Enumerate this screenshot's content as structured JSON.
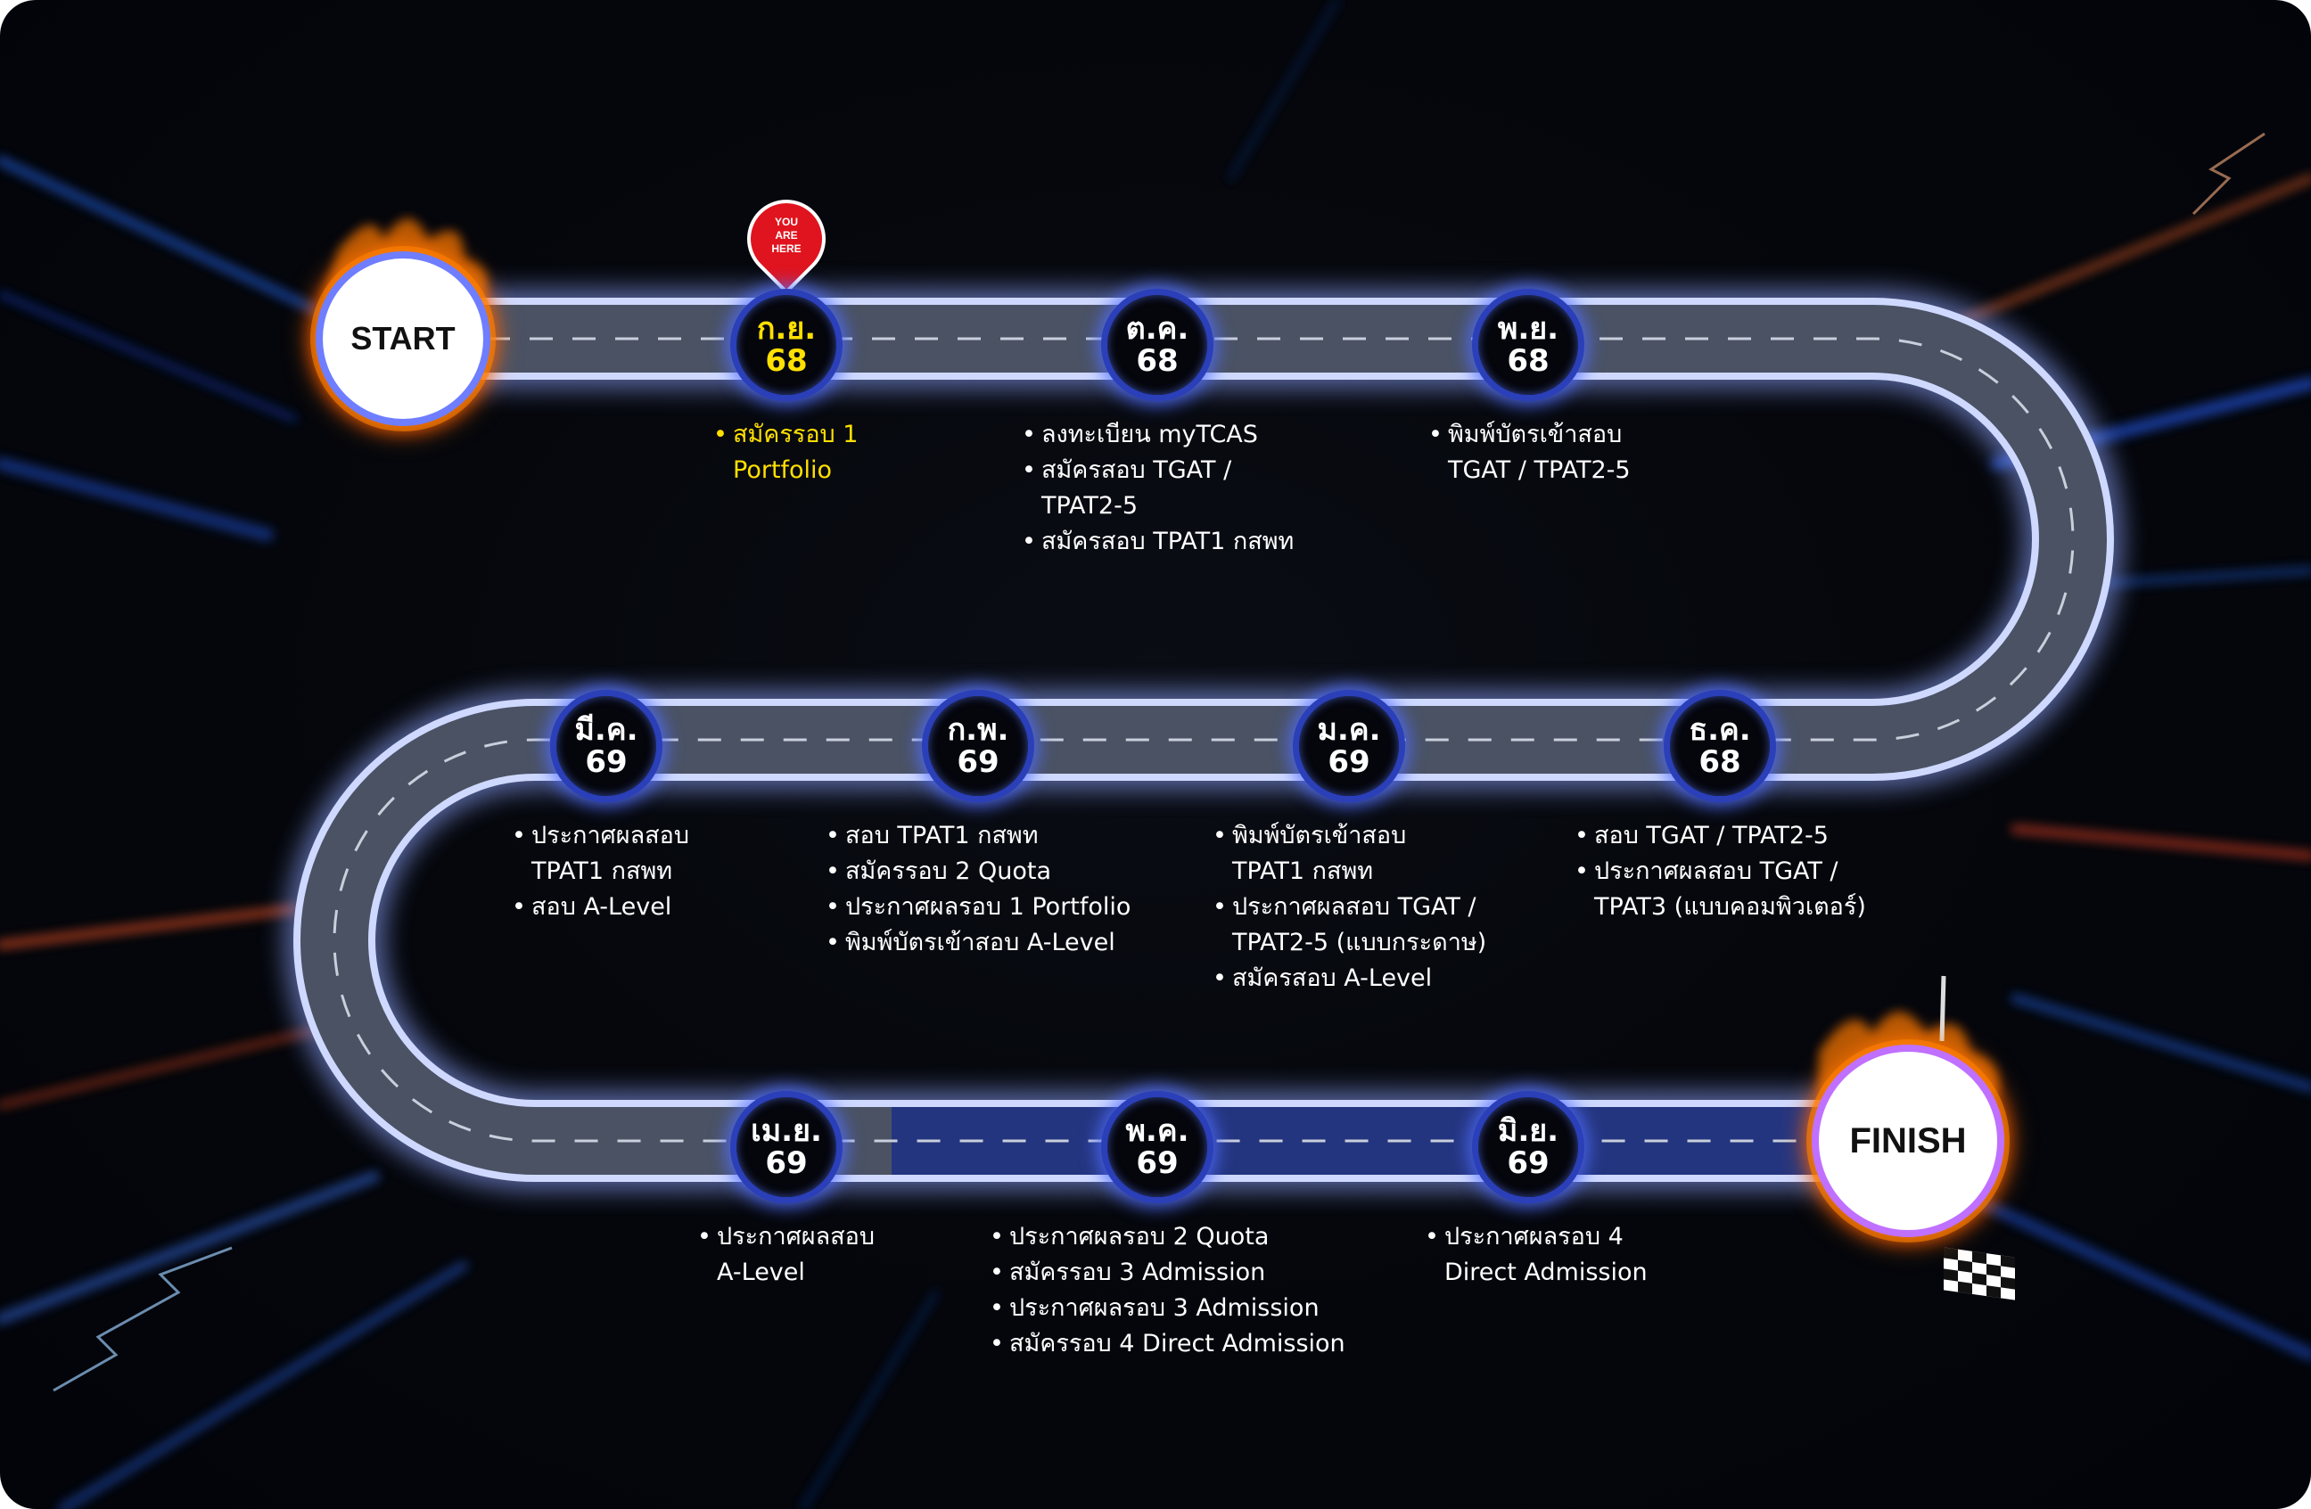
{
  "start_label": "START",
  "finish_label": "FINISH",
  "pin": {
    "line1": "YOU",
    "line2": "ARE",
    "line3": "HERE"
  },
  "milestones": [
    {
      "month": "ก.ย.",
      "year": "68",
      "notes": [
        [
          "สมัครรอบ 1",
          "Portfolio"
        ]
      ]
    },
    {
      "month": "ต.ค.",
      "year": "68",
      "notes": [
        [
          "ลงทะเบียน myTCAS"
        ],
        [
          "สมัครสอบ TGAT /",
          "TPAT2-5"
        ],
        [
          "สมัครสอบ TPAT1 กสพท"
        ]
      ]
    },
    {
      "month": "พ.ย.",
      "year": "68",
      "notes": [
        [
          "พิมพ์บัตรเข้าสอบ",
          "TGAT / TPAT2-5"
        ]
      ]
    },
    {
      "month": "ธ.ค.",
      "year": "68",
      "notes": [
        [
          "สอบ TGAT / TPAT2-5"
        ],
        [
          "ประกาศผลสอบ TGAT /",
          "TPAT3 (แบบคอมพิวเตอร์)"
        ]
      ]
    },
    {
      "month": "ม.ค.",
      "year": "69",
      "notes": [
        [
          "พิมพ์บัตรเข้าสอบ",
          "TPAT1 กสพท"
        ],
        [
          "ประกาศผลสอบ TGAT /",
          "TPAT2-5 (แบบกระดาษ)"
        ],
        [
          "สมัครสอบ A-Level"
        ]
      ]
    },
    {
      "month": "ก.พ.",
      "year": "69",
      "notes": [
        [
          "สอบ TPAT1 กสพท"
        ],
        [
          "สมัครรอบ 2 Quota"
        ],
        [
          "ประกาศผลรอบ 1 Portfolio"
        ],
        [
          "พิมพ์บัตรเข้าสอบ A-Level"
        ]
      ]
    },
    {
      "month": "มี.ค.",
      "year": "69",
      "notes": [
        [
          "ประกาศผลสอบ",
          "TPAT1 กสพท"
        ],
        [
          "สอบ A-Level"
        ]
      ]
    },
    {
      "month": "เม.ย.",
      "year": "69",
      "notes": [
        [
          "ประกาศผลสอบ",
          "A-Level"
        ]
      ]
    },
    {
      "month": "พ.ค.",
      "year": "69",
      "notes": [
        [
          "ประกาศผลรอบ 2 Quota"
        ],
        [
          "สมัครรอบ 3 Admission"
        ],
        [
          "ประกาศผลรอบ 3 Admission"
        ],
        [
          "สมัครรอบ 4 Direct Admission"
        ]
      ]
    },
    {
      "month": "มิ.ย.",
      "year": "69",
      "notes": [
        [
          "ประกาศผลรอบ 4",
          "Direct Admission"
        ]
      ]
    }
  ],
  "colors": {
    "accent_yellow": "#ffe000",
    "node_ring": "#2a3fb8",
    "pin_red": "#e0141e"
  }
}
